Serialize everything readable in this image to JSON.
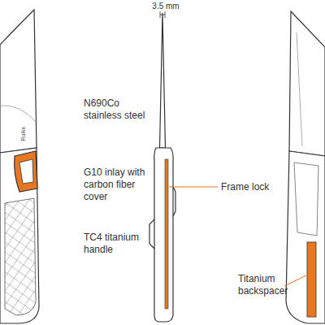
{
  "diagram": {
    "labels": [
      "3.5 mm",
      "Ruike",
      "N690Co stainless steel",
      "G10 inlay with carbon fiber cover",
      "TC4 titanium handle",
      "Frame lock",
      "Titanium backspacer"
    ]
  }
}
